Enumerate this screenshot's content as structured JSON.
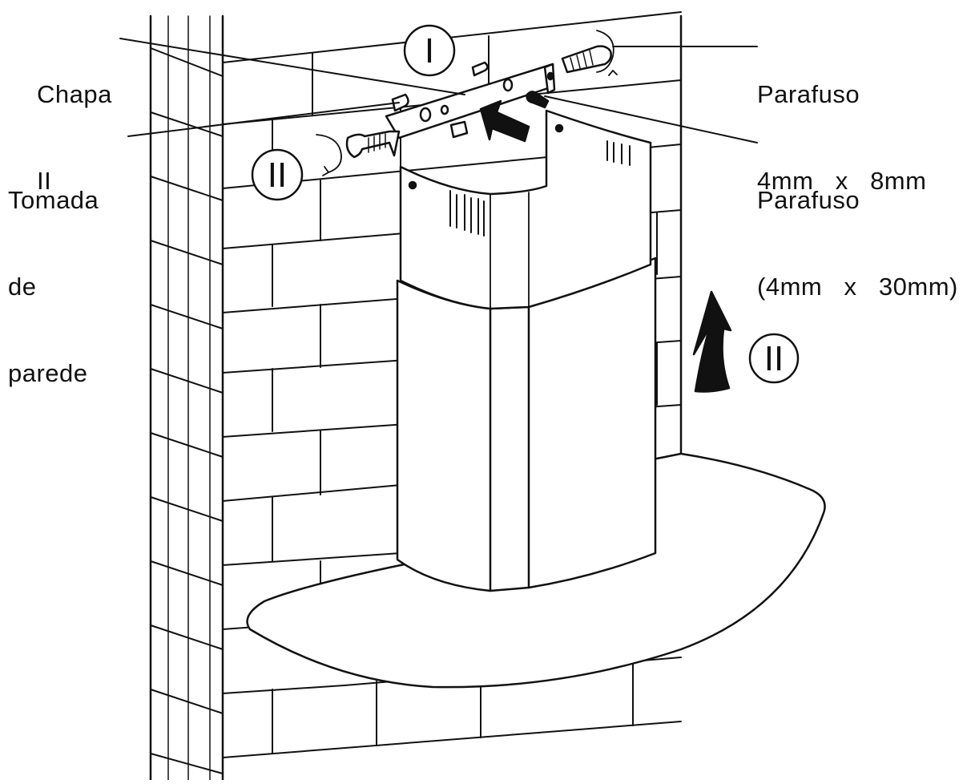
{
  "labels": {
    "chapa": [
      "Chapa",
      "II"
    ],
    "tomada": [
      "Tomada",
      "de",
      "parede"
    ],
    "parafuso_small": [
      "Parafuso",
      "4mm   x   8mm"
    ],
    "parafuso_large": [
      "Parafuso",
      "(4mm   x   30mm)"
    ]
  },
  "step_markers": {
    "step1": "I",
    "step2_left": "II",
    "step2_right": "II"
  },
  "colors": {
    "ink": "#111111",
    "paper": "#ffffff"
  }
}
